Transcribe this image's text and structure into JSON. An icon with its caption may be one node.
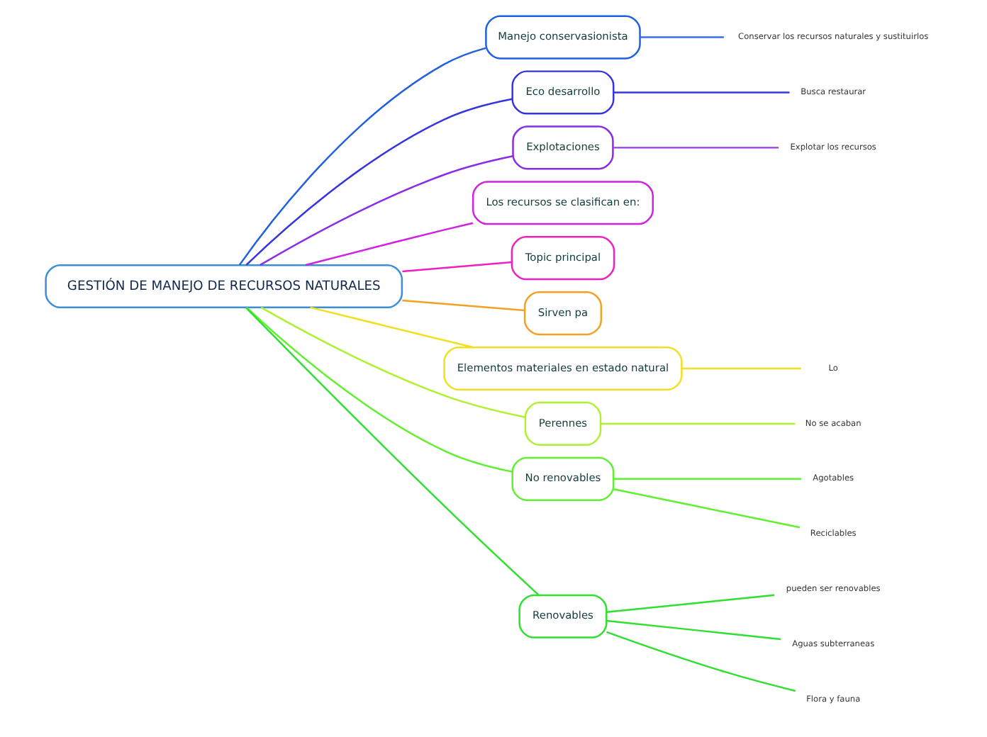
{
  "diagram": {
    "nodes": [
      {
        "text": [
          "GESTIÓN DE MANEJO DE RECURSOS NATURALES"
        ]
      },
      {
        "text": [
          "Manejo conservasionista"
        ]
      },
      {
        "text": [
          "Conservar los recursos naturales y sustituirlos"
        ]
      },
      {
        "text": [
          "Eco desarrollo"
        ]
      },
      {
        "text": [
          "Busca restaurar"
        ]
      },
      {
        "text": [
          "Explotaciones"
        ]
      },
      {
        "text": [
          "Explotar los recursos"
        ]
      },
      {
        "text": [
          "Los recursos se clasifican en:"
        ]
      },
      {
        "text": [
          "Topic principal"
        ]
      },
      {
        "text": [
          "Sirven pa"
        ]
      },
      {
        "text": [
          "Elementos materiales en estado natural"
        ]
      },
      {
        "text": [
          "Lo"
        ]
      },
      {
        "text": [
          "Perennes"
        ]
      },
      {
        "text": [
          "No se acaban"
        ]
      },
      {
        "text": [
          "No renovables"
        ]
      },
      {
        "text": [
          "Agotables"
        ]
      },
      {
        "text": [
          "Reciclables"
        ]
      },
      {
        "text": [
          "Renovables"
        ]
      },
      {
        "text": [
          "pueden ser renovables"
        ]
      },
      {
        "text": [
          "Aguas subterraneas"
        ]
      },
      {
        "text": [
          "Flora y fauna"
        ]
      }
    ],
    "edges": [
      {
        "from": 0,
        "to": 1,
        "arrow": "none",
        "color": "#2060e0"
      },
      {
        "from": 1,
        "to": 2,
        "arrow": "none",
        "color": "#3a6ee8"
      },
      {
        "from": 0,
        "to": 3,
        "arrow": "none",
        "color": "#3434e0"
      },
      {
        "from": 3,
        "to": 4,
        "arrow": "none",
        "color": "#3434e0"
      },
      {
        "from": 0,
        "to": 5,
        "arrow": "none",
        "color": "#8a2be8"
      },
      {
        "from": 5,
        "to": 6,
        "arrow": "none",
        "color": "#9a3be8"
      },
      {
        "from": 0,
        "to": 7,
        "arrow": "none",
        "color": "#d020e0"
      },
      {
        "from": 0,
        "to": 8,
        "arrow": "none",
        "color": "#f020c0"
      },
      {
        "from": 0,
        "to": 9,
        "arrow": "none",
        "color": "#f5a020"
      },
      {
        "from": 0,
        "to": 10,
        "arrow": "none",
        "color": "#f0e020"
      },
      {
        "from": 10,
        "to": 11,
        "arrow": "none",
        "color": "#f0e020"
      },
      {
        "from": 0,
        "to": 12,
        "arrow": "none",
        "color": "#b0f030"
      },
      {
        "from": 12,
        "to": 13,
        "arrow": "none",
        "color": "#b0f030"
      },
      {
        "from": 0,
        "to": 14,
        "arrow": "none",
        "color": "#60f030"
      },
      {
        "from": 14,
        "to": 15,
        "arrow": "none",
        "color": "#60f030"
      },
      {
        "from": 14,
        "to": 16,
        "arrow": "none",
        "color": "#60f030"
      },
      {
        "from": 0,
        "to": 17,
        "arrow": "none",
        "color": "#30e030"
      },
      {
        "from": 17,
        "to": 18,
        "arrow": "none",
        "color": "#30e030"
      },
      {
        "from": 17,
        "to": 19,
        "arrow": "none",
        "color": "#30e030"
      },
      {
        "from": 17,
        "to": 20,
        "arrow": "none",
        "color": "#30e030"
      }
    ]
  }
}
